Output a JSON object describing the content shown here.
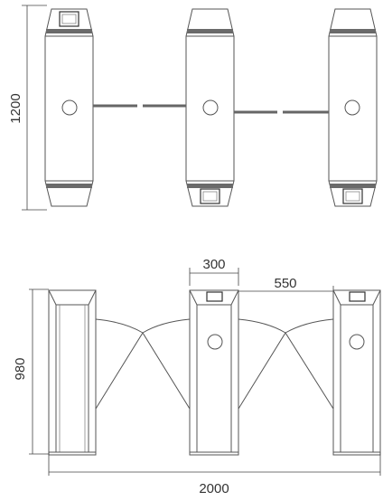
{
  "dimensions": {
    "top_height": "1200",
    "front_height": "980",
    "cabinet_width": "300",
    "passage_width": "550",
    "total_width": "2000"
  }
}
